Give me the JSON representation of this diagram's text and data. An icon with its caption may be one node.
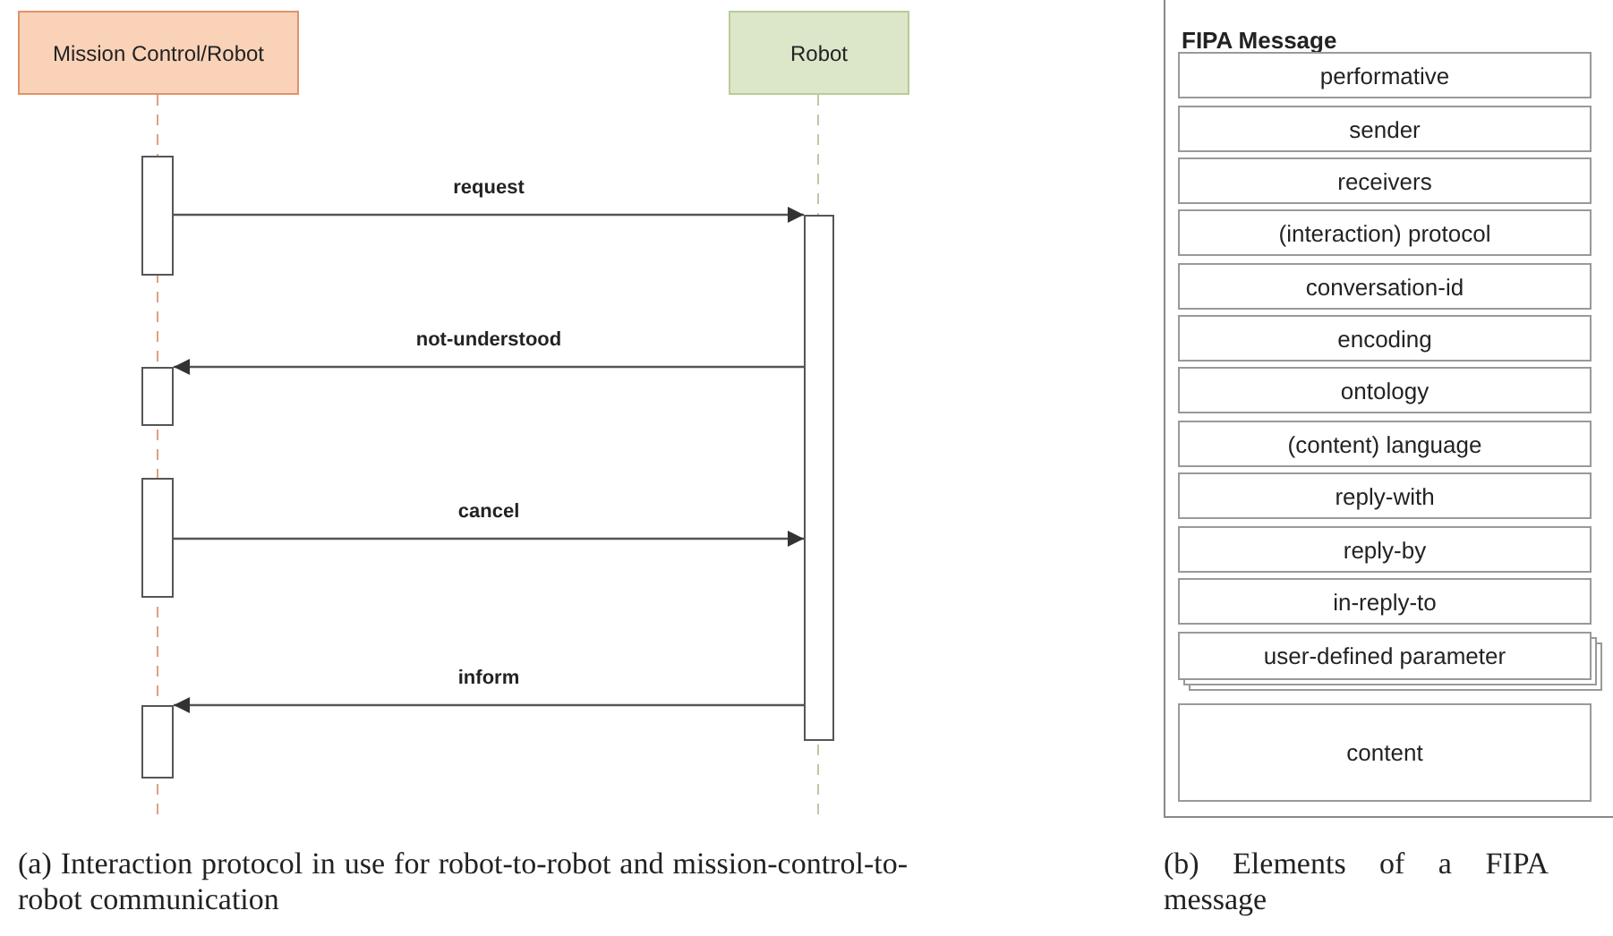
{
  "diagram": {
    "nodes": [
      {
        "text": [
          "Mission Control/Robot"
        ]
      },
      {
        "text": [
          "Robot"
        ]
      },
      {
        "text": [],
        "shape": "bar"
      },
      {
        "text": [],
        "shape": "bar"
      },
      {
        "text": [],
        "shape": "bar"
      },
      {
        "text": [],
        "shape": "bar"
      },
      {
        "text": [],
        "shape": "bar"
      },
      {
        "text": [
          "FIPA Message"
        ]
      },
      {
        "text": [
          "performative"
        ],
        "in": 7
      },
      {
        "text": [
          "sender"
        ],
        "in": 7
      },
      {
        "text": [
          "receivers"
        ],
        "in": 7
      },
      {
        "text": [
          "(interaction) protocol"
        ],
        "in": 7
      },
      {
        "text": [
          "conversation-id"
        ],
        "in": 7
      },
      {
        "text": [
          "encoding"
        ],
        "in": 7
      },
      {
        "text": [
          "ontology"
        ],
        "in": 7
      },
      {
        "text": [
          "(content) language"
        ],
        "in": 7
      },
      {
        "text": [
          "reply-with"
        ],
        "in": 7
      },
      {
        "text": [
          "reply-by"
        ],
        "in": 7
      },
      {
        "text": [
          "in-reply-to"
        ],
        "in": 7
      },
      {
        "text": [
          "user-defined parameter"
        ],
        "in": 7
      },
      {
        "text": [
          "content"
        ],
        "in": 7
      }
    ],
    "edges": [
      {
        "from": 2,
        "to": 3,
        "arrow": "to",
        "label": "request"
      },
      {
        "from": 3,
        "to": 4,
        "arrow": "to",
        "label": "not-understood"
      },
      {
        "from": 5,
        "to": 3,
        "arrow": "to",
        "label": "cancel"
      },
      {
        "from": 3,
        "to": 6,
        "arrow": "to",
        "label": "inform"
      }
    ],
    "labels": [
      "(a) Interaction protocol in use for robot-to-robot and mission-control-to-robot communication",
      "(b) Elements of a FIPA message"
    ]
  }
}
